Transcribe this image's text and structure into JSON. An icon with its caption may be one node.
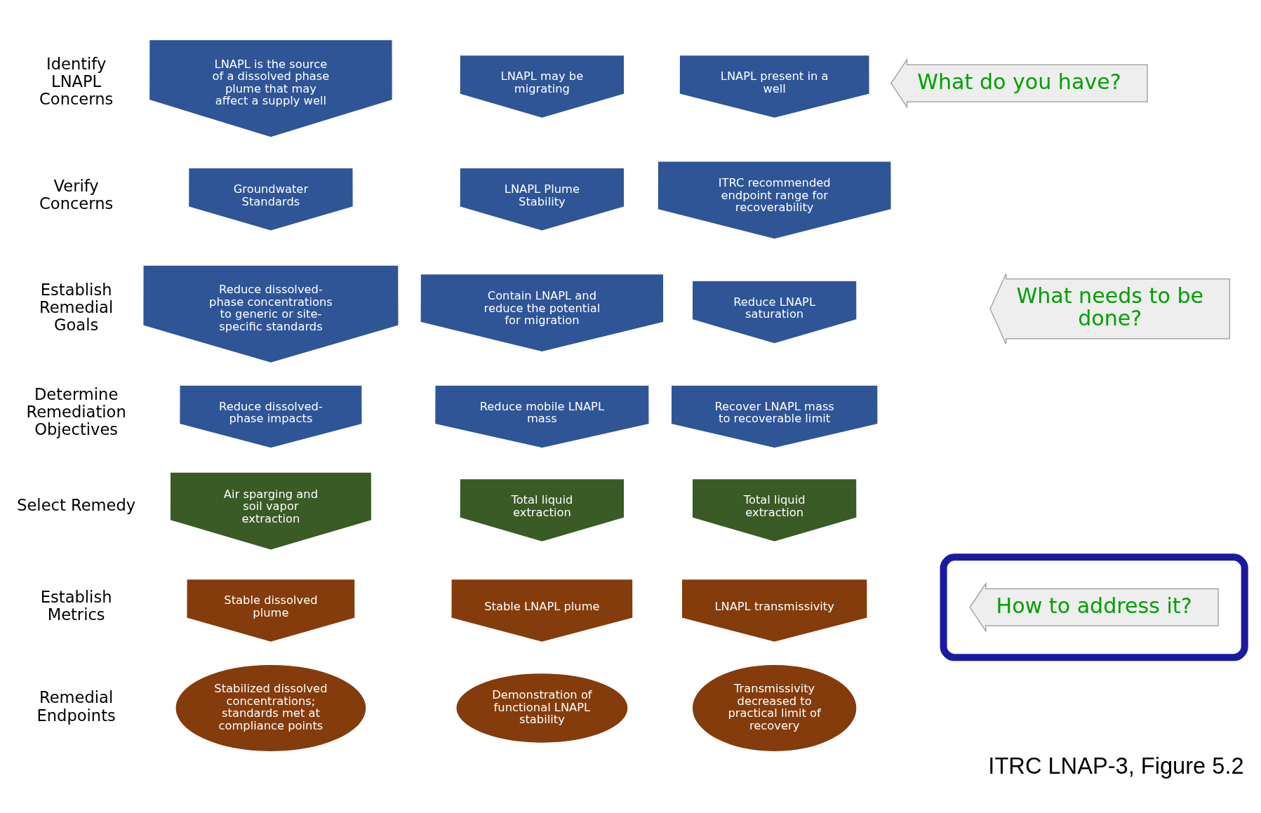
{
  "diagram": {
    "caption": "ITRC LNAP-3, Figure 5.2",
    "nodes": [
      {
        "text": [
          "LNAPL is the source of a dissolved phase plume that may affect a supply well"
        ]
      },
      {
        "text": [
          "Groundwater Standards"
        ]
      },
      {
        "text": [
          "Reduce dissolved-phase concentrations to generic or site-specific standards"
        ]
      },
      {
        "text": [
          "Reduce dissolved-phase impacts"
        ]
      },
      {
        "text": [
          "Air sparging and soil vapor extraction"
        ]
      },
      {
        "text": [
          "Stable dissolved plume"
        ]
      },
      {
        "text": [
          "Stabilized dissolved concentrations; standards met at compliance points"
        ]
      },
      {
        "text": [
          "LNAPL may be migrating"
        ]
      },
      {
        "text": [
          "LNAPL Plume Stability"
        ]
      },
      {
        "text": [
          "Contain LNAPL and reduce the potential for migration"
        ]
      },
      {
        "text": [
          "Reduce mobile LNAPL mass"
        ]
      },
      {
        "text": [
          "Total liquid extraction"
        ]
      },
      {
        "text": [
          "Stable LNAPL plume"
        ]
      },
      {
        "text": [
          "Demonstration of functional LNAPL stability"
        ]
      },
      {
        "text": [
          "LNAPL present in a well"
        ]
      },
      {
        "text": [
          "ITRC recommended endpoint range for recoverability"
        ]
      },
      {
        "text": [
          "Reduce LNAPL saturation"
        ]
      },
      {
        "text": [
          "Recover LNAPL mass to recoverable limit"
        ]
      },
      {
        "text": [
          "Total liquid extraction"
        ]
      },
      {
        "text": [
          "LNAPL transmissivity"
        ]
      },
      {
        "text": [
          "Transmissivity decreased to practical limit of recovery"
        ]
      },
      {
        "text": [
          "What do you have?"
        ]
      },
      {
        "text": [
          "What needs to be done?"
        ]
      },
      {
        "text": [],
        "shape": "ellipse"
      },
      {
        "text": [
          "How to address it?"
        ],
        "in": 23
      }
    ],
    "labels": [
      "Identify LNAPL Concerns",
      "Verify Concerns",
      "Establish Remedial Goals",
      "Determine Remediation Objectives",
      "Select Remedy",
      "Establish Metrics",
      "Remedial Endpoints"
    ]
  }
}
